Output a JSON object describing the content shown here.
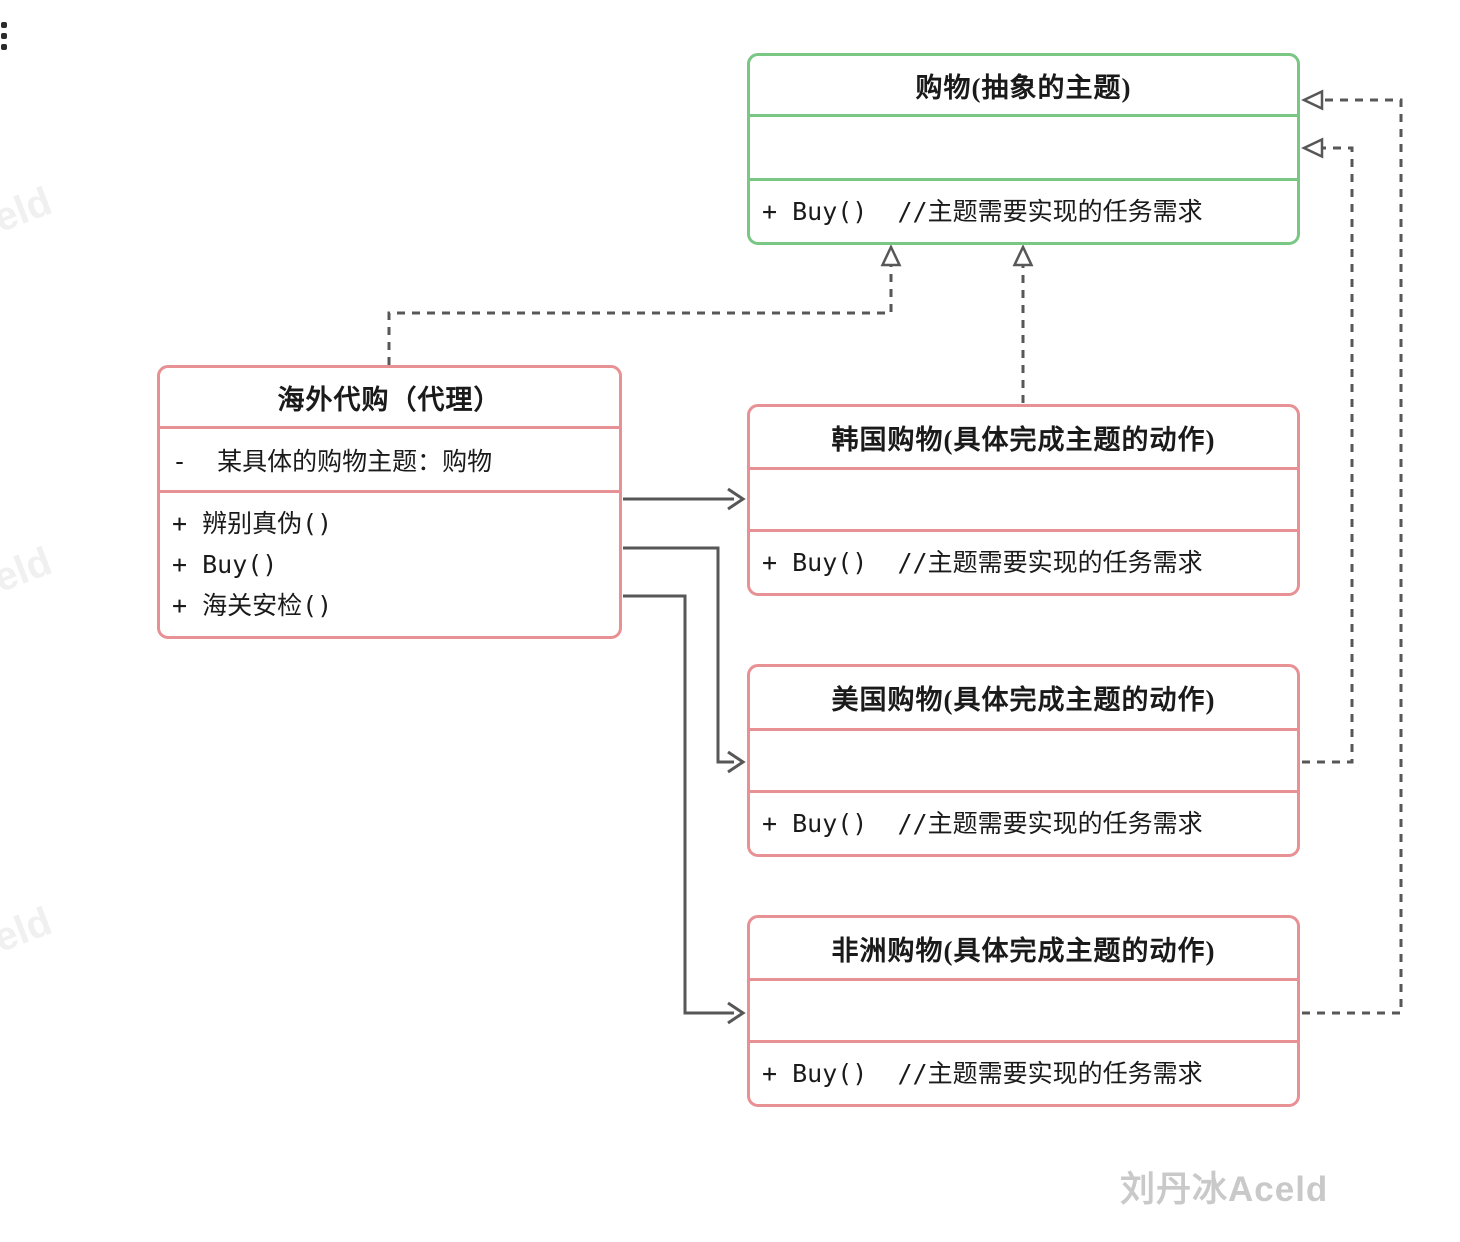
{
  "subject": {
    "title": "购物(抽象的主题)",
    "method": "+ Buy()  //主题需要实现的任务需求"
  },
  "proxy": {
    "title": "海外代购（代理）",
    "attribute": "-  某具体的购物主题：购物",
    "methods": [
      "+ 辨别真伪()",
      "+ Buy()",
      "+ 海关安检()"
    ]
  },
  "korea": {
    "title": "韩国购物(具体完成主题的动作)",
    "method": "+ Buy()  //主题需要实现的任务需求"
  },
  "usa": {
    "title": "美国购物(具体完成主题的动作)",
    "method": "+ Buy()  //主题需要实现的任务需求"
  },
  "africa": {
    "title": "非洲购物(具体完成主题的动作)",
    "method": "+ Buy()  //主题需要实现的任务需求"
  },
  "watermarks": {
    "signature": "刘丹冰Aceld",
    "edge": "eld"
  },
  "colors": {
    "abstract_border": "#7AC683",
    "concrete_border": "#E89194",
    "connector": "#575757"
  }
}
